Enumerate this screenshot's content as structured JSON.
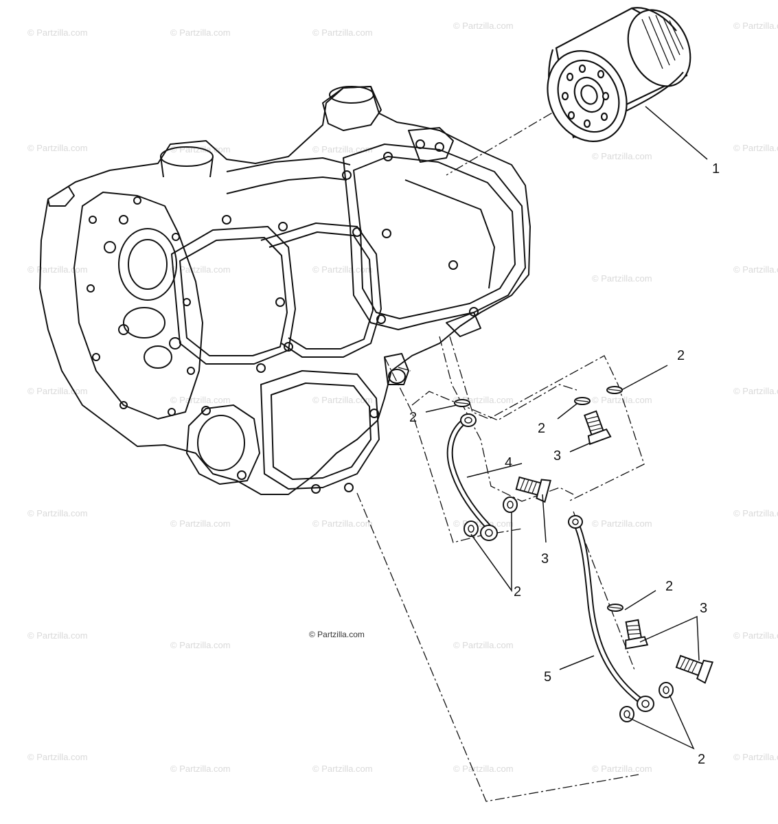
{
  "watermark": "© Partzilla.com",
  "credit": "© Partzilla.com",
  "callouts": {
    "filter": "1",
    "washer": "2",
    "banjo_bolt": "3",
    "oil_line_upper": "4",
    "oil_line_lower": "5"
  },
  "parts": [
    {
      "id": "oil-filter",
      "callout": "1"
    },
    {
      "id": "sealing-washer",
      "callout": "2"
    },
    {
      "id": "banjo-bolt",
      "callout": "3"
    },
    {
      "id": "oil-line-upper",
      "callout": "4"
    },
    {
      "id": "oil-line-lower",
      "callout": "5"
    }
  ]
}
